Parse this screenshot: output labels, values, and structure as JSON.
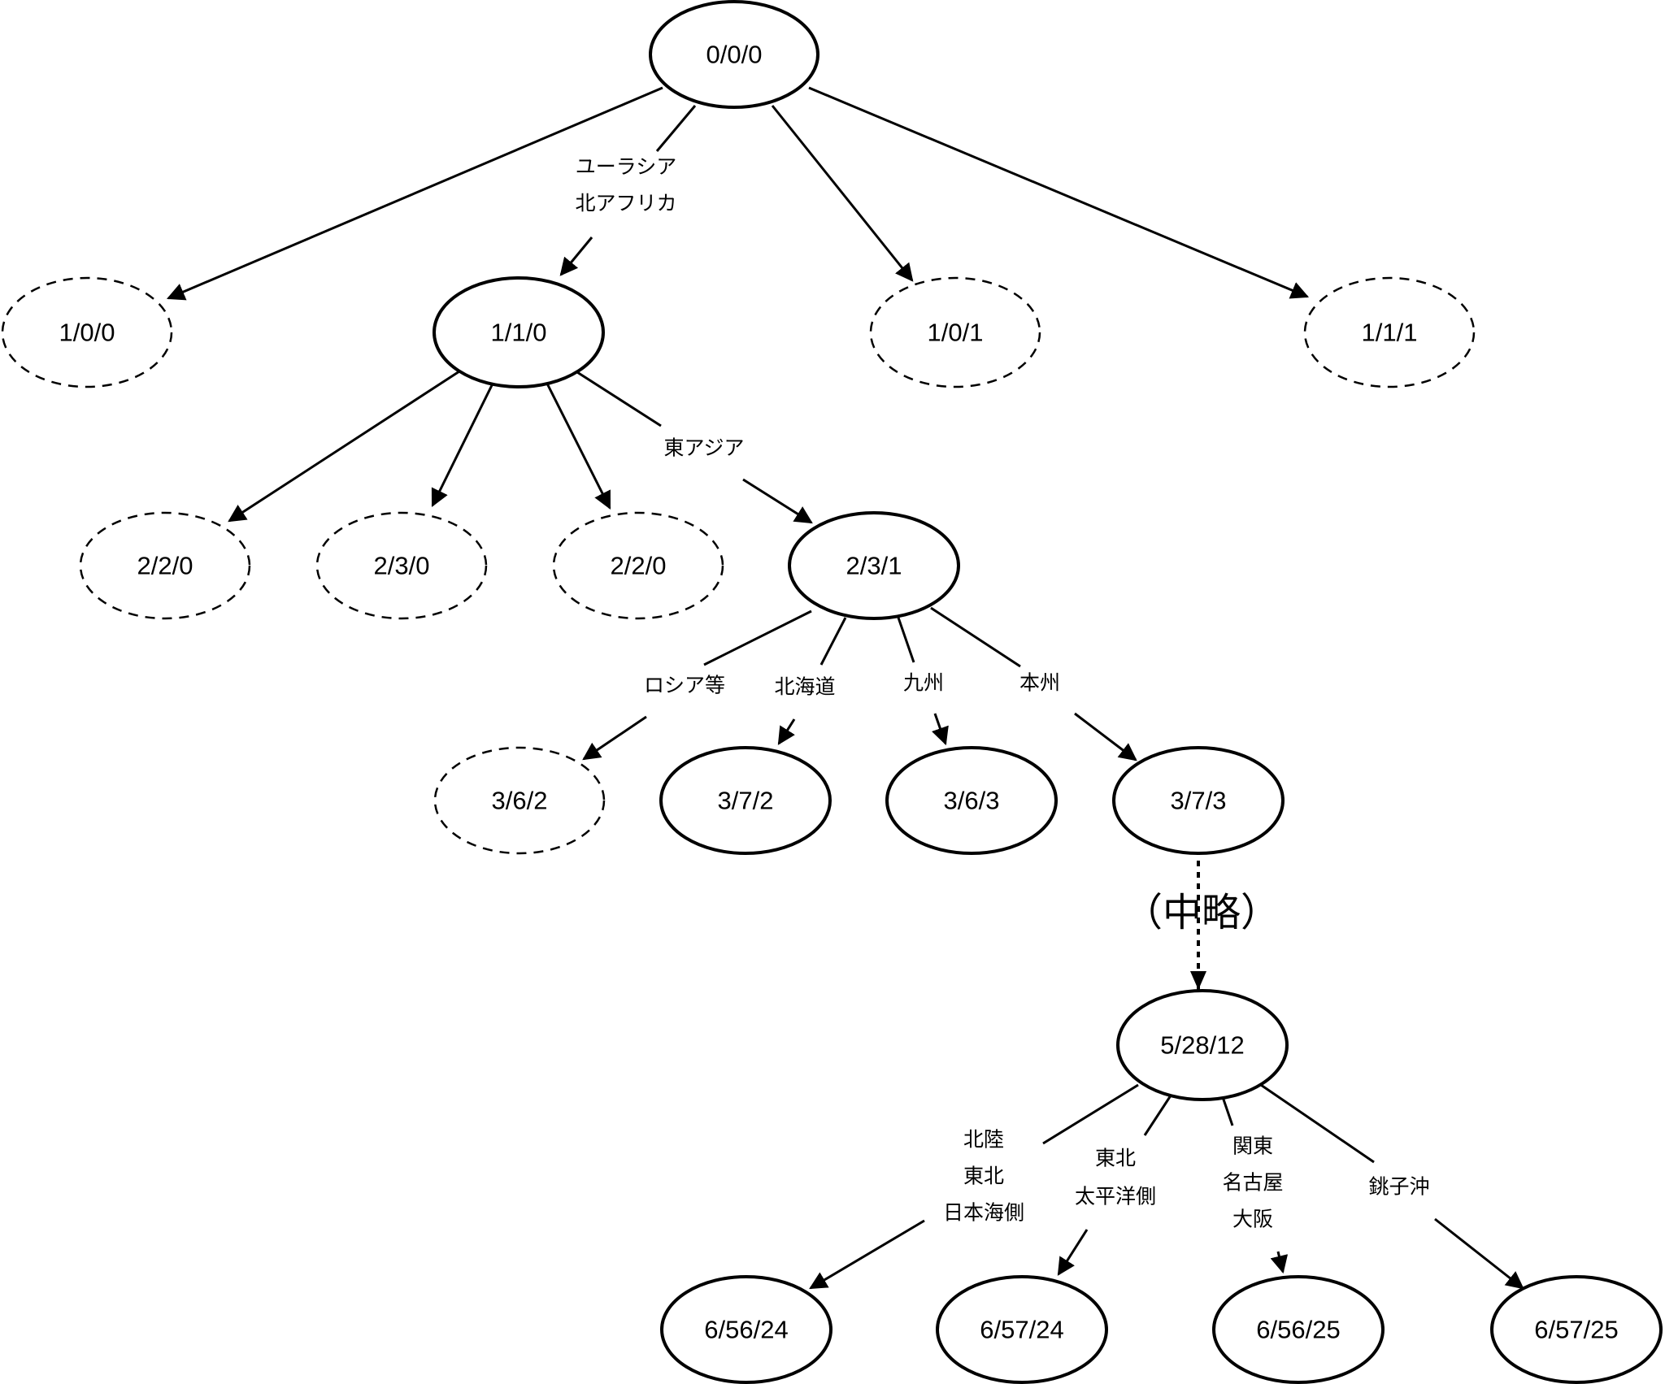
{
  "nodes": [
    {
      "id": "n000",
      "label": "0/0/0",
      "style": "solid"
    },
    {
      "id": "n100",
      "label": "1/0/0",
      "style": "dashed"
    },
    {
      "id": "n110",
      "label": "1/1/0",
      "style": "solid"
    },
    {
      "id": "n101",
      "label": "1/0/1",
      "style": "dashed"
    },
    {
      "id": "n111",
      "label": "1/1/1",
      "style": "dashed"
    },
    {
      "id": "n220a",
      "label": "2/2/0",
      "style": "dashed"
    },
    {
      "id": "n230",
      "label": "2/3/0",
      "style": "dashed"
    },
    {
      "id": "n220b",
      "label": "2/2/0",
      "style": "dashed"
    },
    {
      "id": "n231",
      "label": "2/3/1",
      "style": "solid"
    },
    {
      "id": "n362",
      "label": "3/6/2",
      "style": "dashed"
    },
    {
      "id": "n372",
      "label": "3/7/2",
      "style": "solid"
    },
    {
      "id": "n363",
      "label": "3/6/3",
      "style": "solid"
    },
    {
      "id": "n373",
      "label": "3/7/3",
      "style": "solid"
    },
    {
      "id": "n52812",
      "label": "5/28/12",
      "style": "solid"
    },
    {
      "id": "n65624",
      "label": "6/56/24",
      "style": "solid"
    },
    {
      "id": "n65724",
      "label": "6/57/24",
      "style": "solid"
    },
    {
      "id": "n65625",
      "label": "6/56/25",
      "style": "solid"
    },
    {
      "id": "n65725",
      "label": "6/57/25",
      "style": "solid"
    }
  ],
  "edge_labels": {
    "eurasia": [
      "ユーラシア",
      "北アフリカ"
    ],
    "east_asia": [
      "東アジア"
    ],
    "russia": [
      "ロシア等"
    ],
    "hokkaido": [
      "北海道"
    ],
    "kyushu": [
      "九州"
    ],
    "honshu": [
      "本州"
    ],
    "hokuriku": [
      "北陸",
      "東北",
      "日本海側"
    ],
    "tohoku_pacific": [
      "東北",
      "太平洋側"
    ],
    "kanto": [
      "関東",
      "名古屋",
      "大阪"
    ],
    "choshi": [
      "銚子沖"
    ]
  },
  "omitted": "（中略）"
}
